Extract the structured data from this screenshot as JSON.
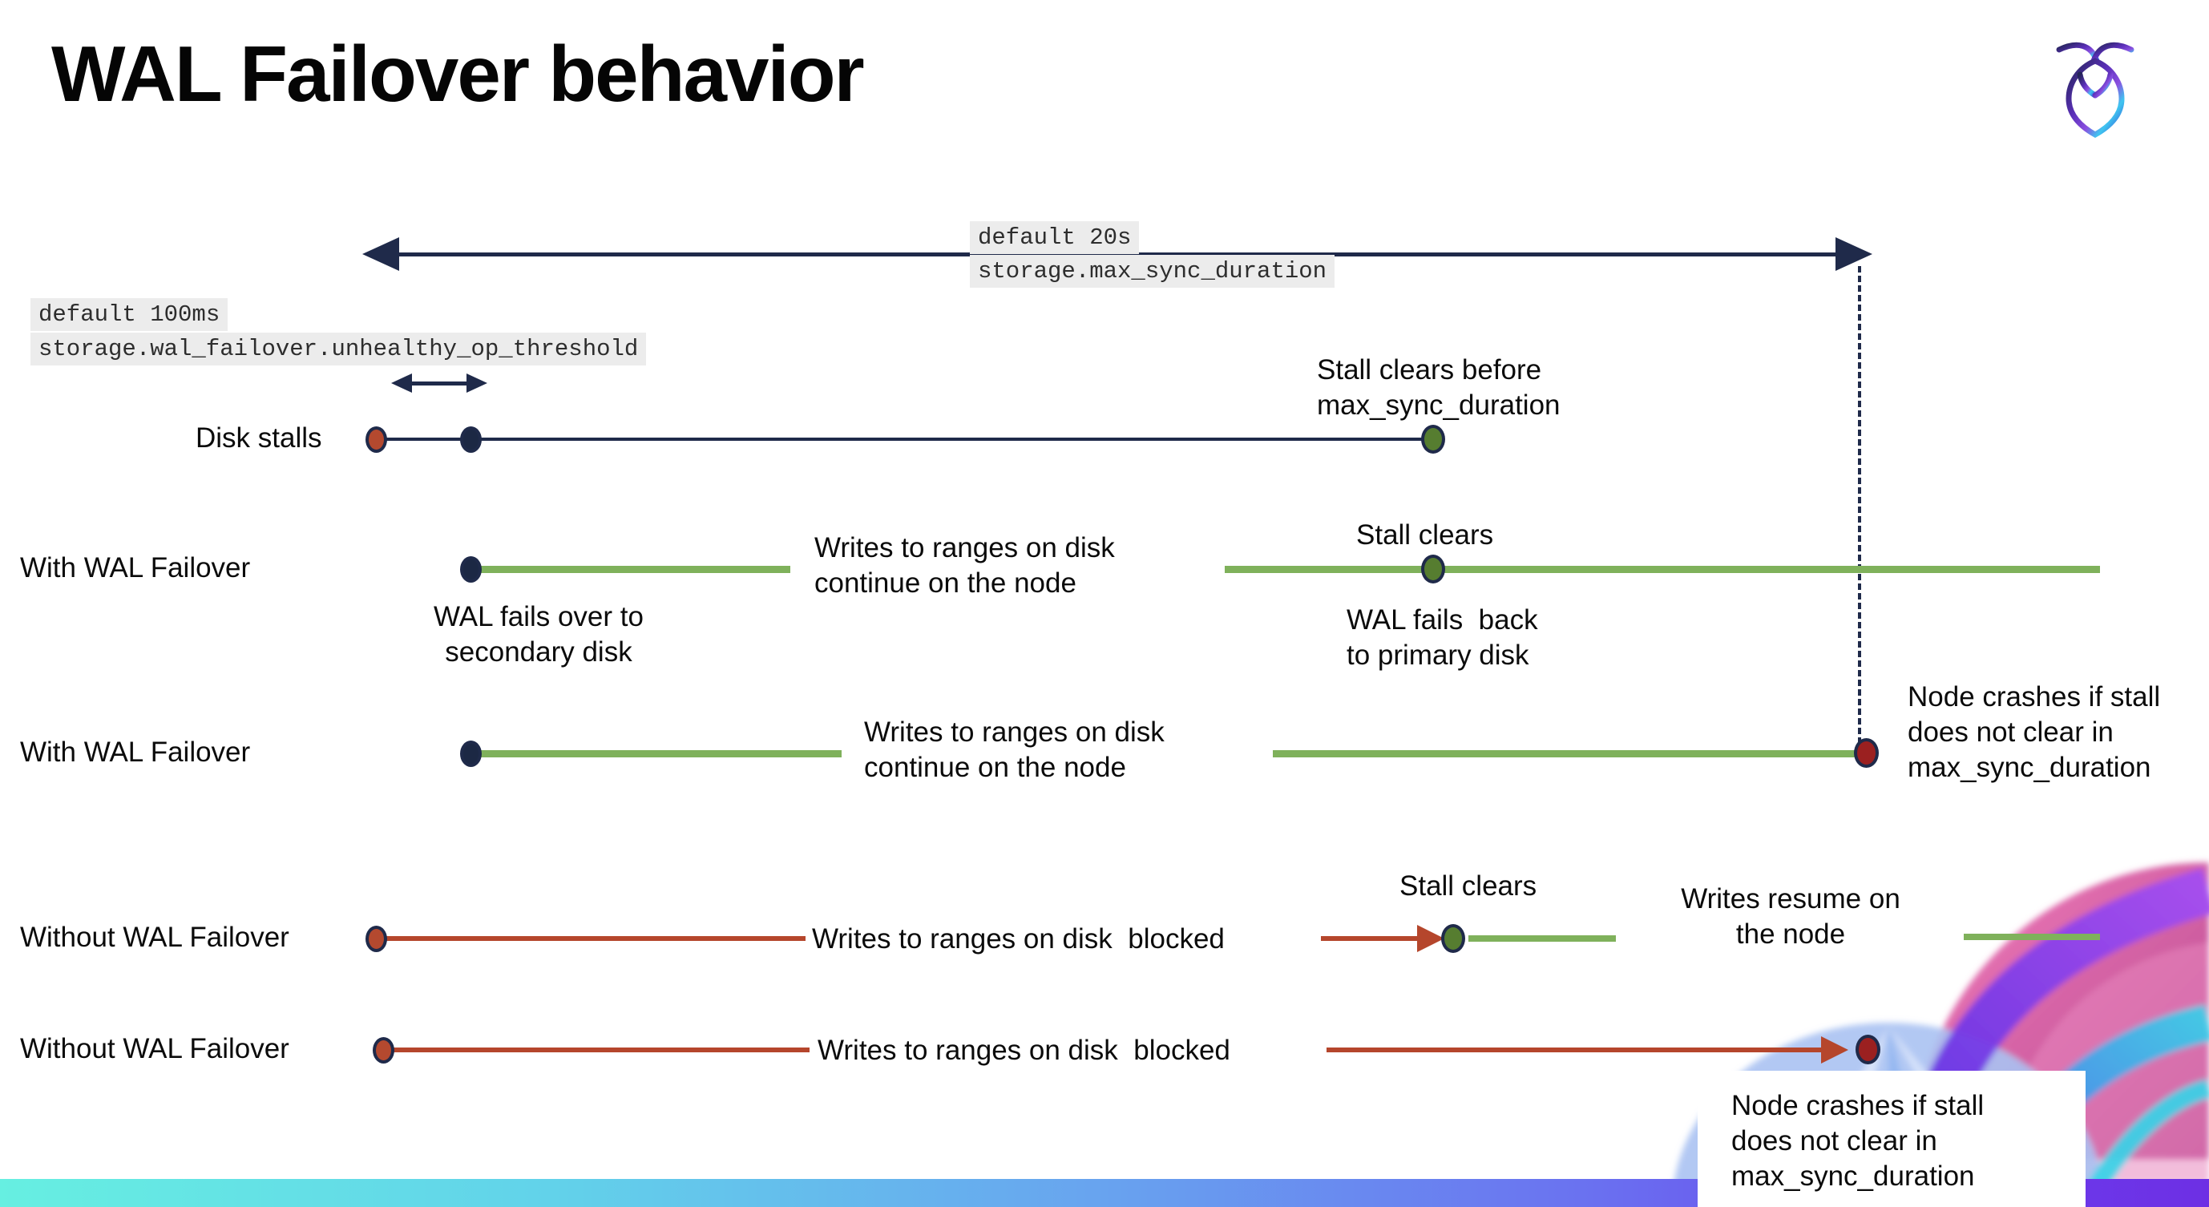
{
  "title": "WAL Failover behavior",
  "logo": {
    "name": "cockroachdb-logo"
  },
  "config_labels": {
    "max_sync": {
      "line1": "default 20s",
      "line2": "storage.max_sync_duration"
    },
    "threshold": {
      "line1": "default 100ms",
      "line2": "storage.wal_failover.unhealthy_op_threshold"
    }
  },
  "rows": [
    {
      "label": "Disk stalls",
      "stall_note": "Stall clears before\nmax_sync_duration"
    },
    {
      "label": "With WAL Failover",
      "writes_note": "Writes to ranges on disk\ncontinue on the node",
      "stall_note": "Stall clears",
      "failover_note": "WAL fails over to\nsecondary disk",
      "failback_note": "WAL fails  back\nto primary disk"
    },
    {
      "label": "With WAL Failover",
      "writes_note": "Writes to ranges on disk\ncontinue on the node",
      "crash_note": "Node crashes if stall\ndoes not clear in\nmax_sync_duration"
    },
    {
      "label": "Without WAL Failover",
      "writes_note": "Writes to ranges on disk  blocked",
      "stall_note": "Stall clears",
      "resume_note": "Writes resume on\nthe node"
    },
    {
      "label": "Without WAL Failover",
      "writes_note": "Writes to ranges on disk  blocked",
      "crash_note": "Node crashes if stall\ndoes not clear in\nmax_sync_duration"
    }
  ],
  "colors": {
    "navy": "#1f2a4a",
    "green_line": "#7fb15b",
    "green_dot": "#567d30",
    "red_orange": "#b4492f",
    "red_line": "#b5462c",
    "crimson": "#9b2020",
    "label_highlight": "#ececec",
    "bar_gradient_start": "#66efe1",
    "bar_gradient_end": "#6d2fe4"
  }
}
